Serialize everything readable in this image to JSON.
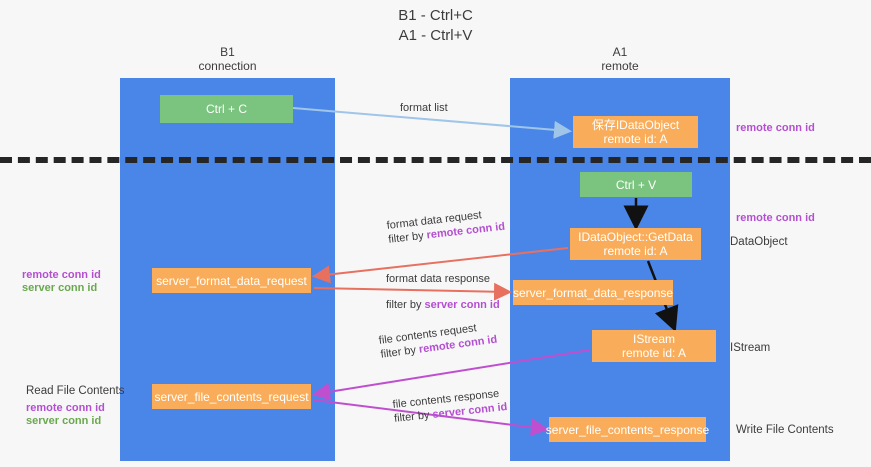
{
  "title": {
    "line1": "B1 - Ctrl+C",
    "line2": "A1 - Ctrl+V"
  },
  "lanes": {
    "left": {
      "name": "B1",
      "role": "connection"
    },
    "right": {
      "name": "A1",
      "role": "remote"
    }
  },
  "nodes": {
    "ctrl_c": {
      "label": "Ctrl + C",
      "color": "#7bc47f"
    },
    "idataobject": {
      "line1": "保存IDataObject",
      "line2": "remote id: A",
      "color": "#f9ad5a"
    },
    "ctrl_v": {
      "label": "Ctrl + V",
      "color": "#7bc47f"
    },
    "getdata": {
      "line1": "IDataObject::GetData",
      "line2": "remote id: A",
      "color": "#f9ad5a"
    },
    "server_format_data_request": {
      "label": "server_format_data_request",
      "color": "#f9ad5a"
    },
    "server_format_data_response": {
      "label": "server_format_data_response",
      "color": "#f9ad5a"
    },
    "istream": {
      "line1": "IStream",
      "line2": "remote id: A",
      "color": "#f9ad5a"
    },
    "server_file_contents_request": {
      "label": "server_file_contents_request",
      "color": "#f9ad5a"
    },
    "server_file_contents_response": {
      "label": "server_file_contents_response",
      "color": "#f9ad5a"
    }
  },
  "edges": {
    "format_list": {
      "label": "format list"
    },
    "format_data_request": {
      "label": "format data request",
      "filter_prefix": "filter by ",
      "filter_key": "remote conn id"
    },
    "format_data_response": {
      "label": "format data response",
      "filter_prefix": "filter by ",
      "filter_key": "server conn id"
    },
    "file_contents_request": {
      "label": "file contents request",
      "filter_prefix": "filter by ",
      "filter_key": "remote conn id"
    },
    "file_contents_response": {
      "label": "file contents response",
      "filter_prefix": "filter by ",
      "filter_key": "server conn id"
    }
  },
  "annotations": {
    "right_remote_conn_id_top": "remote conn id",
    "right_remote_conn_id_mid": "remote conn id",
    "dataobject": "DataObject",
    "istream": "IStream",
    "write_file_contents": "Write File Contents",
    "left_remote_conn_id": "remote conn id",
    "left_server_conn_id": "server conn id",
    "read_file_contents": "Read File Contents",
    "left_remote_conn_id_2": "remote conn id",
    "left_server_conn_id_2": "server conn id"
  },
  "colors": {
    "lane": "#4a86e8",
    "green_node": "#7bc47f",
    "orange_node": "#f9ad5a",
    "purple_text": "#b44fd0",
    "green_text": "#6aa84f",
    "divider": "#262626",
    "arrow_blue": "#9fc5e8",
    "arrow_red": "#e8705f",
    "arrow_magenta": "#c04fd0",
    "arrow_black": "#111111",
    "background": "#f7f7f7"
  }
}
